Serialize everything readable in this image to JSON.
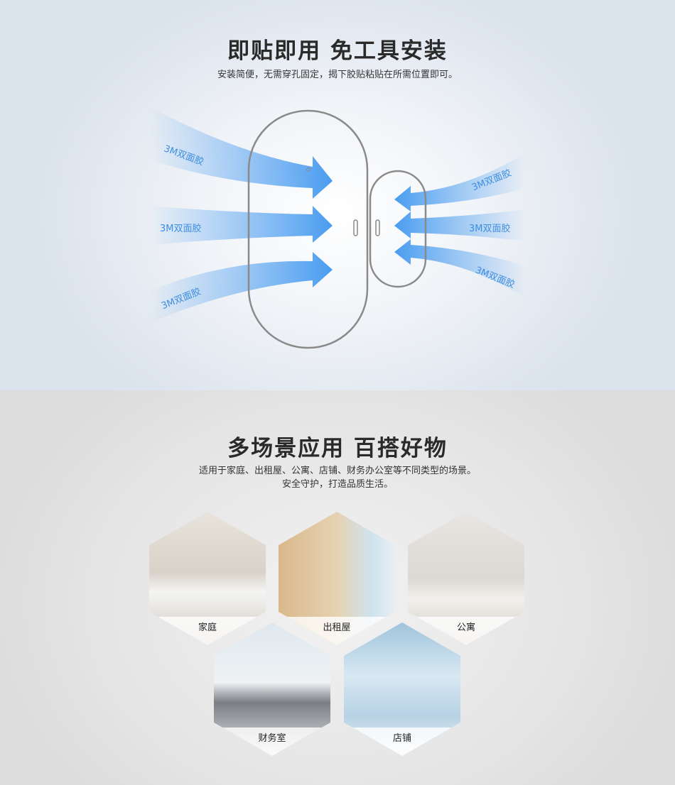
{
  "install": {
    "title": "即贴即用  免工具安装",
    "subtitle": "安装简便，无需穿孔固定，揭下胶贴粘贴在所需位置即可。",
    "glue_labels": [
      "3M双面胶",
      "3M双面胶",
      "3M双面胶",
      "3M双面胶",
      "3M双面胶",
      "3M双面胶"
    ],
    "arrow_color": "#4a9cf0"
  },
  "scenes": {
    "title": "多场景应用  百搭好物",
    "subtitle_line1": "适用于家庭、出租屋、公寓、店铺、财务办公室等不同类型的场景。",
    "subtitle_line2": "安全守护，打造品质生活。",
    "items": [
      {
        "label": "家庭"
      },
      {
        "label": "出租屋"
      },
      {
        "label": "公寓"
      },
      {
        "label": "财务室"
      },
      {
        "label": "店铺"
      }
    ]
  }
}
